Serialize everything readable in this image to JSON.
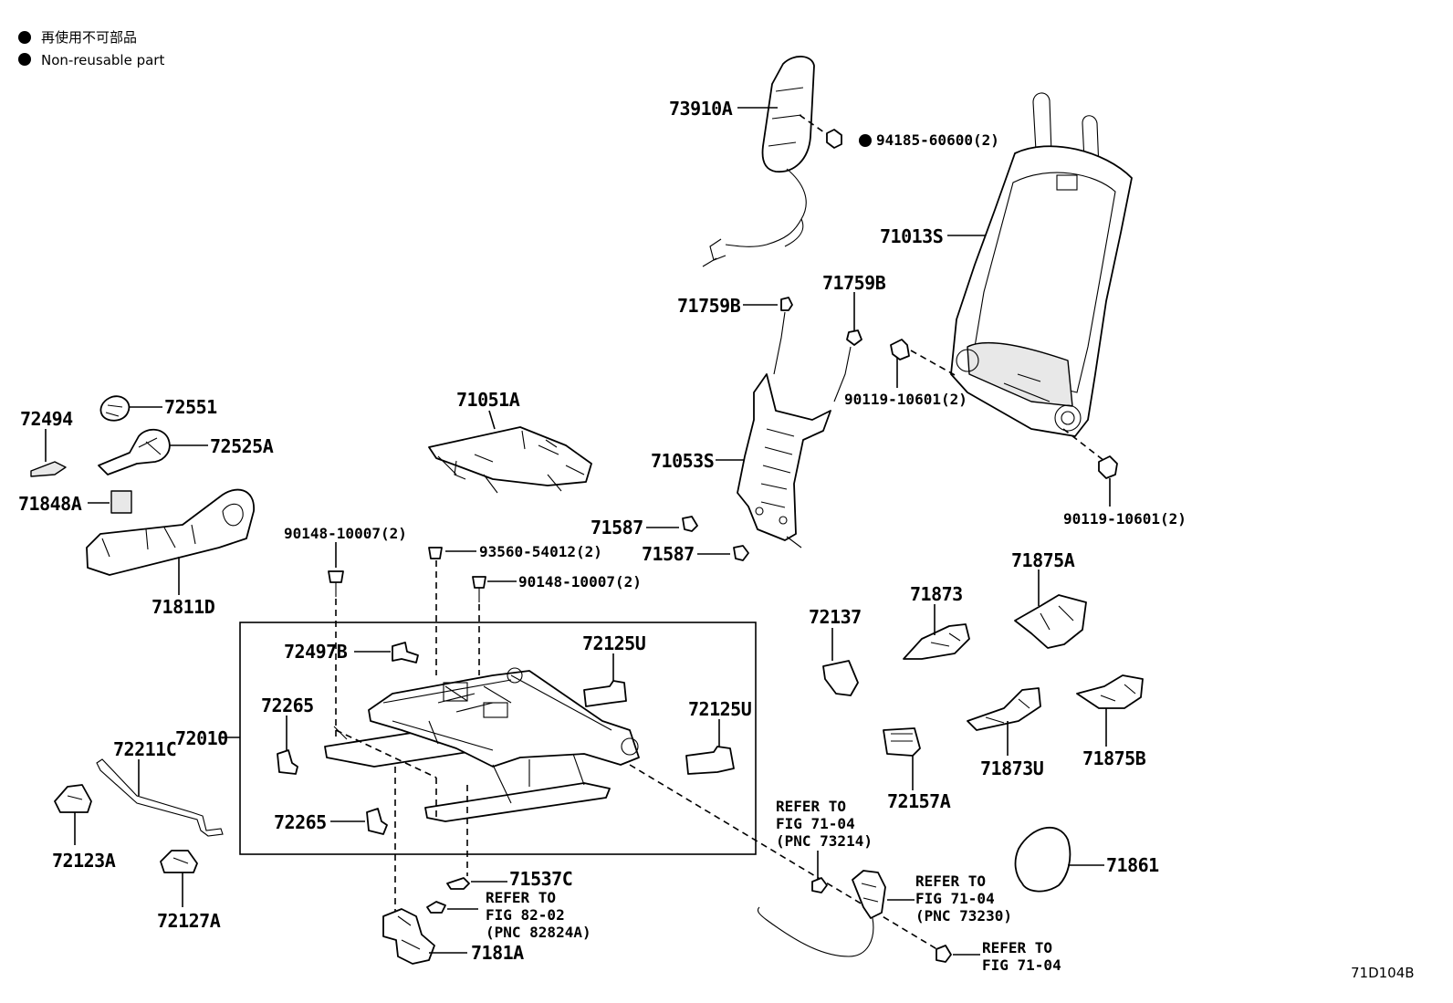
{
  "legend": {
    "items": [
      {
        "text": "再使用不可部品"
      },
      {
        "text": "Non-reusable part"
      }
    ]
  },
  "figure_code": "71D104B",
  "labels": {
    "l73910A": "73910A",
    "l94185": "94185-60600(2)",
    "l71013S": "71013S",
    "l71759B_a": "71759B",
    "l71759B_b": "71759B",
    "l90119_a": "90119-10601(2)",
    "l90119_b": "90119-10601(2)",
    "l71053S": "71053S",
    "l71587_a": "71587",
    "l71587_b": "71587",
    "l71051A": "71051A",
    "l72494": "72494",
    "l72551": "72551",
    "l72525A": "72525A",
    "l71848A": "71848A",
    "l71811D": "71811D",
    "l90148_a": "90148-10007(2)",
    "l93560": "93560-54012(2)",
    "l90148_b": "90148-10007(2)",
    "l72497B": "72497B",
    "l72125U_a": "72125U",
    "l72125U_b": "72125U",
    "l72265_a": "72265",
    "l72265_b": "72265",
    "l72010": "72010",
    "l72211C": "72211C",
    "l72123A": "72123A",
    "l72127A": "72127A",
    "l71537C": "71537C",
    "l7181A": "7181A",
    "l72137": "72137",
    "l71873": "71873",
    "l71875A": "71875A",
    "l71873U": "71873U",
    "l71875B": "71875B",
    "l72157A": "72157A",
    "l71861": "71861"
  },
  "references": {
    "ref_82_02": [
      "REFER TO",
      "FIG 82-02",
      "(PNC 82824A)"
    ],
    "ref_71_04_a": [
      "REFER TO",
      "FIG 71-04",
      "(PNC 73214)"
    ],
    "ref_71_04_b": [
      "REFER TO",
      "FIG 71-04",
      "(PNC 73230)"
    ],
    "ref_71_04_c": [
      "REFER TO",
      "FIG 71-04"
    ]
  }
}
